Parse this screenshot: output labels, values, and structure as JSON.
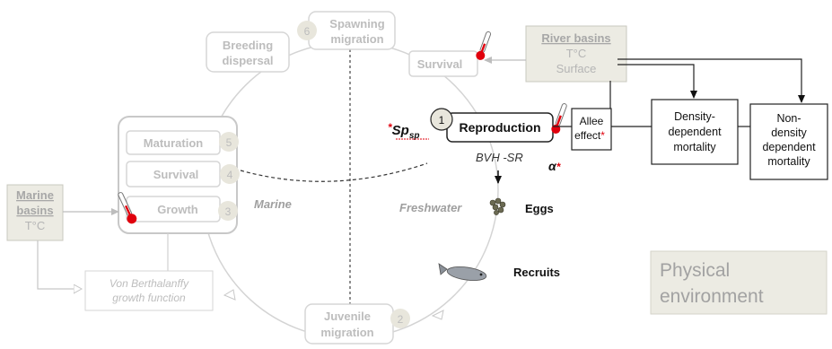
{
  "stages": {
    "spawning_migration": {
      "line1": "Spawning",
      "line2": "migration",
      "number": "6"
    },
    "breeding_dispersal": {
      "line1": "Breeding",
      "line2": "dispersal"
    },
    "survival_river": {
      "label": "Survival"
    },
    "reproduction": {
      "label": "Reproduction",
      "number": "1"
    },
    "juvenile_migration": {
      "line1": "Juvenile",
      "line2": "migration",
      "number": "2"
    },
    "maturation": {
      "label": "Maturation",
      "number": "5"
    },
    "survival_marine": {
      "label": "Survival",
      "number": "4"
    },
    "growth": {
      "label": "Growth",
      "number": "3"
    },
    "eggs": {
      "label": "Eggs"
    },
    "recruits": {
      "label": "Recruits"
    }
  },
  "river_basins": {
    "title": "River basins",
    "line2": "T°C",
    "line3": "Surface"
  },
  "marine_basins": {
    "line1": "Marine",
    "line2": "basins",
    "line3": "T°C"
  },
  "allee": {
    "line1": "Allee",
    "line2": "effect",
    "star": "*"
  },
  "density_dependent": {
    "line1": "Density-",
    "line2": "dependent",
    "line3": "mortality"
  },
  "non_density": {
    "line1": "Non-",
    "line2": "density",
    "line3": "dependent",
    "line4": "mortality"
  },
  "labels": {
    "sp_star": "*",
    "sp_main": "Sp",
    "sp_sub": "sp",
    "bvh_sr": "BVH -SR",
    "alpha": "α",
    "alpha_star": "*",
    "freshwater": "Freshwater",
    "marine": "Marine"
  },
  "von_berthalanffy": {
    "line1": "Von Berthalanffy",
    "line2": "growth  function"
  },
  "physical_environment": {
    "line1": "Physical",
    "line2": "environment"
  },
  "colors": {
    "faded": "#d0d0d0",
    "faded_text": "#bdbdbd",
    "beige": "#ecebe3",
    "red": "#e0000d"
  }
}
